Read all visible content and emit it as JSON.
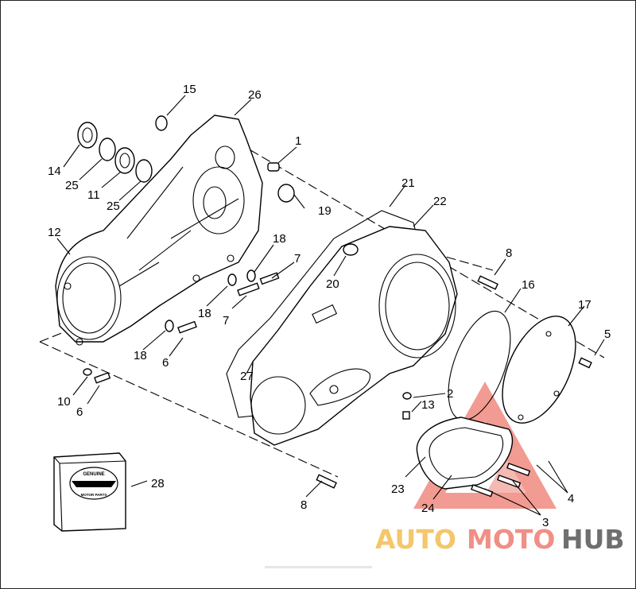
{
  "callouts": [
    {
      "id": "c1",
      "text": "1"
    },
    {
      "id": "c2",
      "text": "2"
    },
    {
      "id": "c3",
      "text": "3"
    },
    {
      "id": "c4",
      "text": "4"
    },
    {
      "id": "c5",
      "text": "5"
    },
    {
      "id": "c6a",
      "text": "6"
    },
    {
      "id": "c6b",
      "text": "6"
    },
    {
      "id": "c7a",
      "text": "7"
    },
    {
      "id": "c7b",
      "text": "7"
    },
    {
      "id": "c8a",
      "text": "8"
    },
    {
      "id": "c8b",
      "text": "8"
    },
    {
      "id": "c10",
      "text": "10"
    },
    {
      "id": "c11",
      "text": "11"
    },
    {
      "id": "c12",
      "text": "12"
    },
    {
      "id": "c13",
      "text": "13"
    },
    {
      "id": "c14",
      "text": "14"
    },
    {
      "id": "c15",
      "text": "15"
    },
    {
      "id": "c16",
      "text": "16"
    },
    {
      "id": "c17",
      "text": "17"
    },
    {
      "id": "c18a",
      "text": "18"
    },
    {
      "id": "c18b",
      "text": "18"
    },
    {
      "id": "c18c",
      "text": "18"
    },
    {
      "id": "c19",
      "text": "19"
    },
    {
      "id": "c20",
      "text": "20"
    },
    {
      "id": "c21",
      "text": "21"
    },
    {
      "id": "c22",
      "text": "22"
    },
    {
      "id": "c23",
      "text": "23"
    },
    {
      "id": "c24",
      "text": "24"
    },
    {
      "id": "c25a",
      "text": "25"
    },
    {
      "id": "c25b",
      "text": "25"
    },
    {
      "id": "c26",
      "text": "26"
    },
    {
      "id": "c27",
      "text": "27"
    },
    {
      "id": "c28",
      "text": "28"
    }
  ],
  "package": {
    "badge_top": "GENUINE",
    "badge_bottom": "MOTOR PARTS"
  },
  "watermark": {
    "part1": "AUTO",
    "part2": "MOTO",
    "part3": "HUB",
    "colors": {
      "auto": "#f3c76a",
      "moto": "#f08f86",
      "hub": "#6f6f6f",
      "triangle": "#f08a80"
    }
  }
}
